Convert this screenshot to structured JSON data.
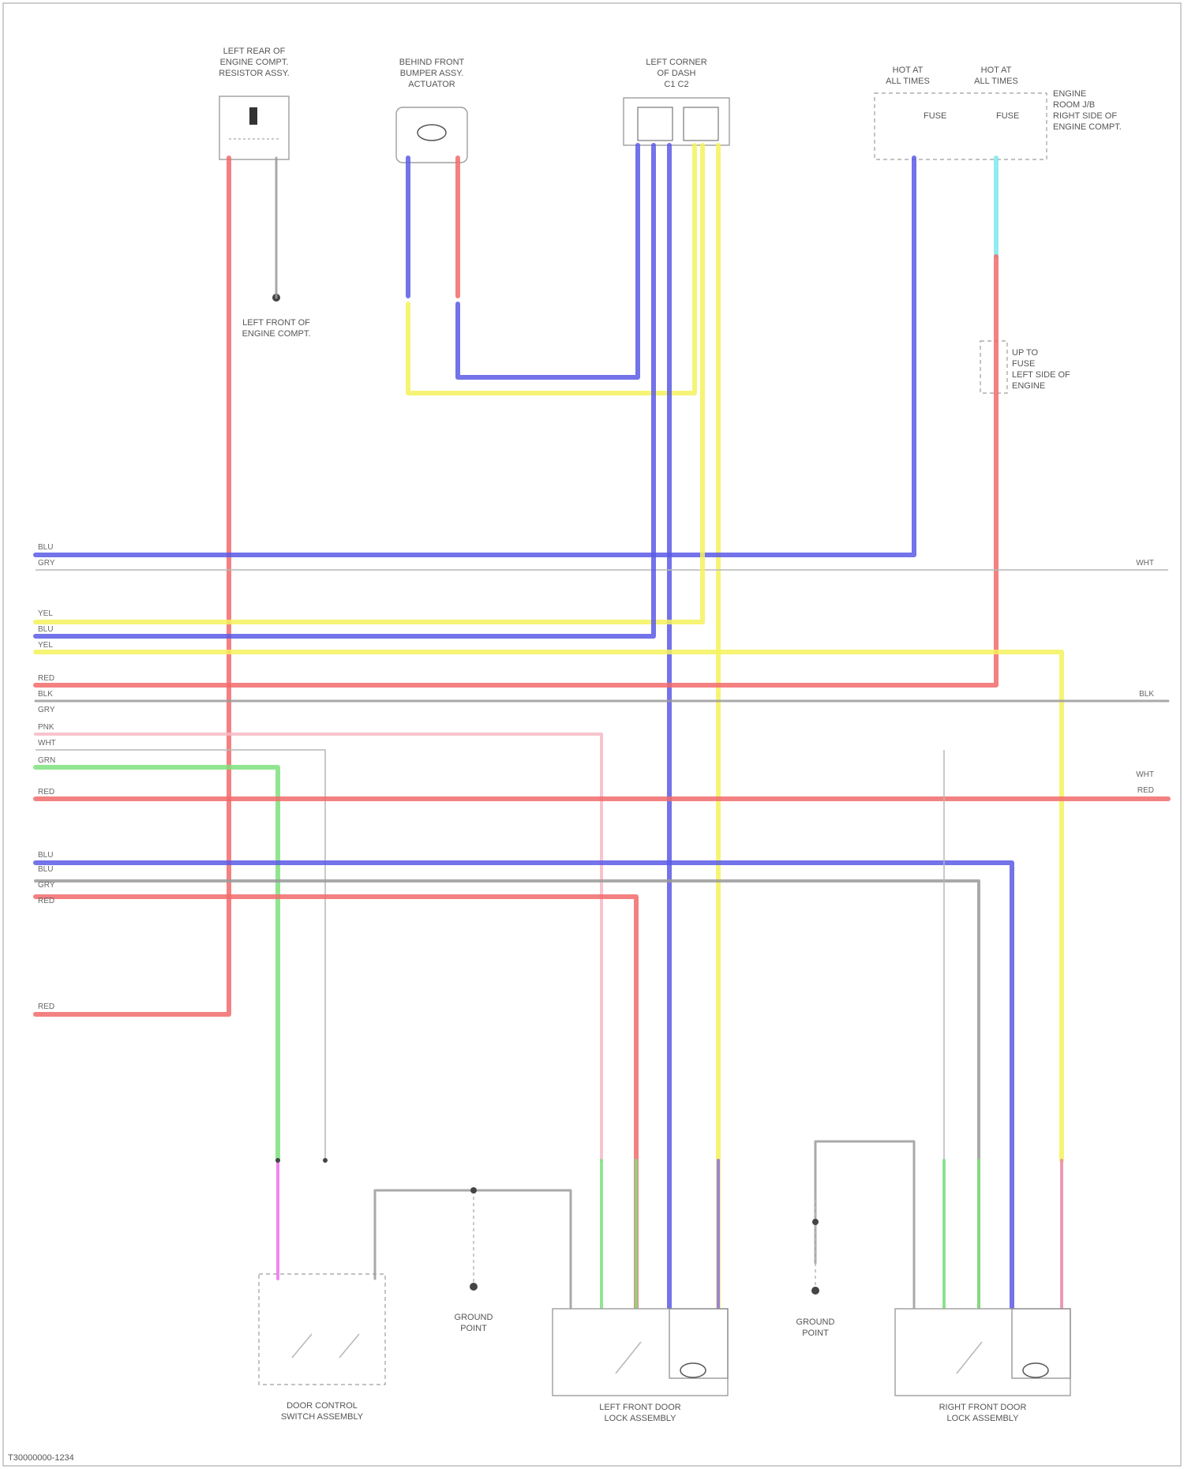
{
  "colors": {
    "red": "#f26b6b",
    "blue": "#5a5ae6",
    "yellow": "#f5f25c",
    "gray": "#9a9a9a",
    "green": "#7ee07e",
    "pink": "#f7b8c4",
    "magenta": "#ee6ef0",
    "cyan": "#7ee8ef",
    "white": "#e9e9e9"
  },
  "diagram": {
    "footer_code": "T30000000-1234"
  },
  "wire_codes": {
    "left_side": [
      "BLU",
      "GRY",
      "YEL",
      "BLU",
      "YEL",
      "RED",
      "BLK",
      "GRY",
      "PNK",
      "WHT",
      "GRN",
      "RED",
      "BLU",
      "BLU",
      "GRY",
      "RED",
      "RED"
    ],
    "right_side": [
      "WHT",
      "BLK",
      "WHT",
      "RED"
    ]
  }
}
